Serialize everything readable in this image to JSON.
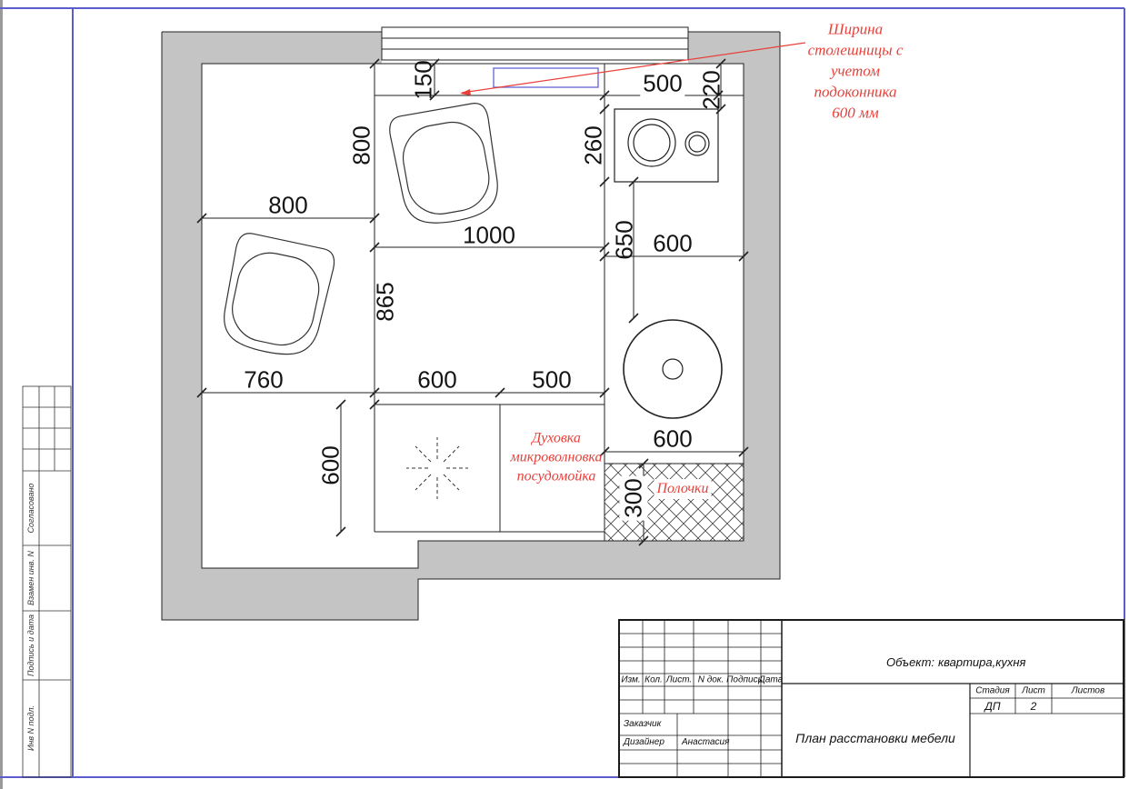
{
  "colors": {
    "wall": "#c4c4c4",
    "line": "#222222",
    "red": "#e8403a",
    "frame_blue": "#5c5ccd",
    "sill_blue": "#6f6fd8"
  },
  "plan": {
    "dims": {
      "d150": "150",
      "d800v": "800",
      "d800h": "800",
      "d1000": "1000",
      "d865": "865",
      "d760": "760",
      "d600c": "600",
      "d500c": "500",
      "d500t": "500",
      "d220": "220",
      "d260": "260",
      "d650": "650",
      "d600r1": "600",
      "d600r2": "600",
      "d300": "300",
      "d600bl": "600"
    },
    "notes": {
      "countertop_lines": [
        "Ширина",
        "столешницы с",
        "учетом",
        "подоконника",
        "600 мм"
      ],
      "appliance_lines": [
        "Духовка",
        "микроволновка",
        "посудомойка"
      ],
      "shelves": "Полочки"
    }
  },
  "title_block": {
    "object_label": "Объект:",
    "object_value": "квартира,кухня",
    "rev_headers": [
      "Изм.",
      "Кол.",
      "Лист.",
      "N док.",
      "Подпись",
      "Дата"
    ],
    "stage_h": "Стадия",
    "sheet_h": "Лист",
    "sheets_h": "Листов",
    "stage": "ДП",
    "sheet": "2",
    "customer": "Заказчик",
    "designer": "Дизайнер",
    "designer_name": "Анастасия",
    "title": "План расстановки мебели"
  },
  "side_strip": {
    "agreed": "Согласовано",
    "replace": "Взамен инв. N",
    "sign_date": "Подпись и дата",
    "inventory": "Инв N подл."
  }
}
